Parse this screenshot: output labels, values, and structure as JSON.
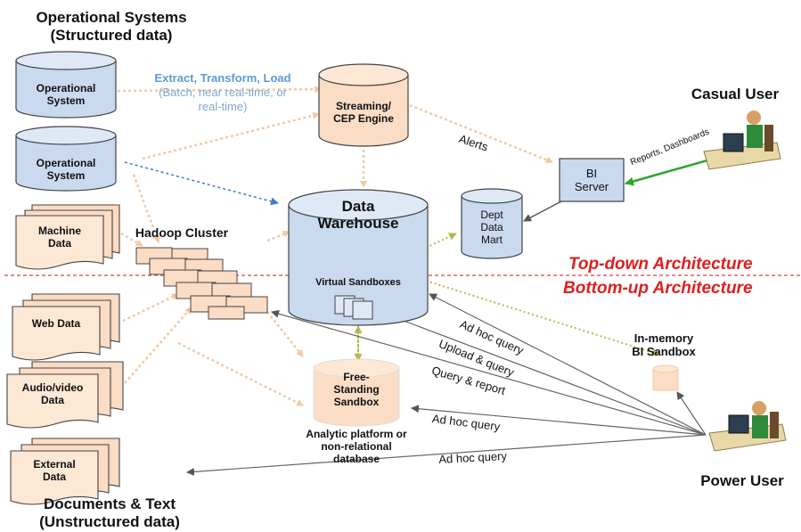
{
  "groups": {
    "operational_title": [
      "Operational Systems",
      "(Structured data)"
    ],
    "unstructured_title": [
      "Documents & Text",
      "(Unstructured data)"
    ],
    "hadoop_title": "Hadoop Cluster"
  },
  "etl": {
    "title": "Extract, Transform, Load",
    "sub": [
      "(Batch, near real-time, or",
      "real-time)"
    ]
  },
  "nodes": {
    "op_system_1": [
      "Operational",
      "System"
    ],
    "op_system_2": [
      "Operational",
      "System"
    ],
    "machine_data": [
      "Machine",
      "Data"
    ],
    "web_data": [
      "Web Data"
    ],
    "audio_video": [
      "Audio/video",
      "Data"
    ],
    "external_data": [
      "External",
      "Data"
    ],
    "streaming": [
      "Streaming/",
      "CEP Engine"
    ],
    "data_warehouse": [
      "Data",
      "Warehouse"
    ],
    "virtual_sandboxes": "Virtual Sandboxes",
    "dept_data_mart": [
      "Dept",
      "Data",
      "Mart"
    ],
    "bi_server": [
      "BI",
      "Server"
    ],
    "free_standing_sandbox": [
      "Free-",
      "Standing",
      "Sandbox"
    ],
    "analytic_platform": [
      "Analytic platform or",
      "non-relational",
      "database"
    ],
    "in_memory_sandbox": [
      "In-memory",
      "BI Sandbox"
    ]
  },
  "users": {
    "casual": "Casual User",
    "power": "Power User"
  },
  "edges": {
    "alerts": "Alerts",
    "reports_dashboards": "Reports, Dashboards",
    "ad_hoc_query_1": "Ad hoc query",
    "upload_query": "Upload & query",
    "query_report": "Query & report",
    "ad_hoc_query_2": "Ad hoc query",
    "ad_hoc_query_3": "Ad hoc query"
  },
  "architecture": {
    "top_down": "Top-down Architecture",
    "bottom_up": "Bottom-up Architecture"
  },
  "colors": {
    "blue_cylinder": "#c9d9ee",
    "peach": "#fbdcc4",
    "red_label": "#e01e1e",
    "etl_blue": "#5b9bd5",
    "green_arrow": "#2ea52e"
  }
}
